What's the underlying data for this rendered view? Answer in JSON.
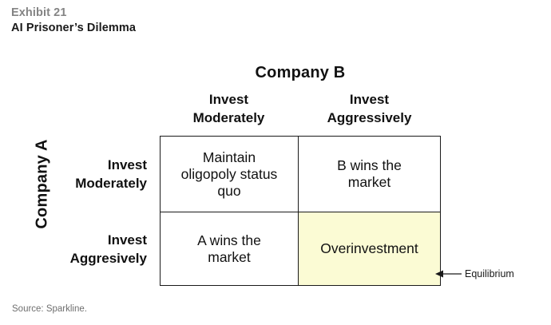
{
  "header": {
    "exhibit_label": "Exhibit 21",
    "title": "AI Prisoner’s Dilemma"
  },
  "matrix": {
    "column_group_title": "Company B",
    "row_group_title": "Company A",
    "column_headers": [
      "Invest\nModerately",
      "Invest\nAggressively"
    ],
    "row_headers": [
      "Invest\nModerately",
      "Invest\nAggresively"
    ],
    "cells": [
      "Maintain\noligopoly status\nquo",
      "B wins the\nmarket",
      "A wins the\nmarket",
      "Overinvestment"
    ],
    "highlight_color": "#FBFBD4",
    "border_color": "#1a1a1a"
  },
  "annotation": {
    "equilibrium_label": "Equilibrium"
  },
  "footer": {
    "source": "Source: Sparkline."
  },
  "chart_data": {
    "type": "table",
    "title": "AI Prisoner’s Dilemma",
    "xlabel": "Company B",
    "ylabel": "Company A",
    "categories": [
      "Invest Moderately",
      "Invest Aggressively"
    ],
    "row_categories": [
      "Invest Moderately",
      "Invest Aggresively"
    ],
    "values": [
      [
        "Maintain oligopoly status quo",
        "B wins the market"
      ],
      [
        "A wins the market",
        "Overinvestment"
      ]
    ],
    "annotations": [
      {
        "text": "Equilibrium",
        "target_row": 1,
        "target_col": 1,
        "highlighted": true
      }
    ],
    "grid": true,
    "legend": "none"
  }
}
